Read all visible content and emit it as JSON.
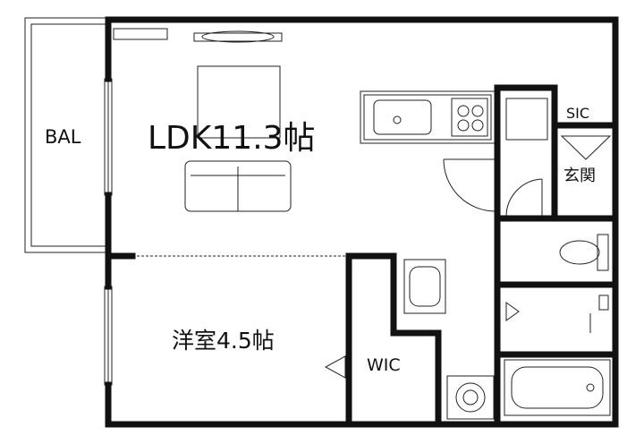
{
  "floorplan": {
    "rooms": {
      "ldk": {
        "label": "LDK11.3帖"
      },
      "western_room": {
        "label": "洋室4.5帖"
      },
      "balcony": {
        "label": "BAL"
      },
      "shoe_closet": {
        "label": "SIC"
      },
      "entrance": {
        "label": "玄関"
      },
      "walk_in_closet": {
        "label": "WIC"
      }
    },
    "colors": {
      "wall": "#111111",
      "line": "#222222",
      "background": "#ffffff"
    }
  }
}
